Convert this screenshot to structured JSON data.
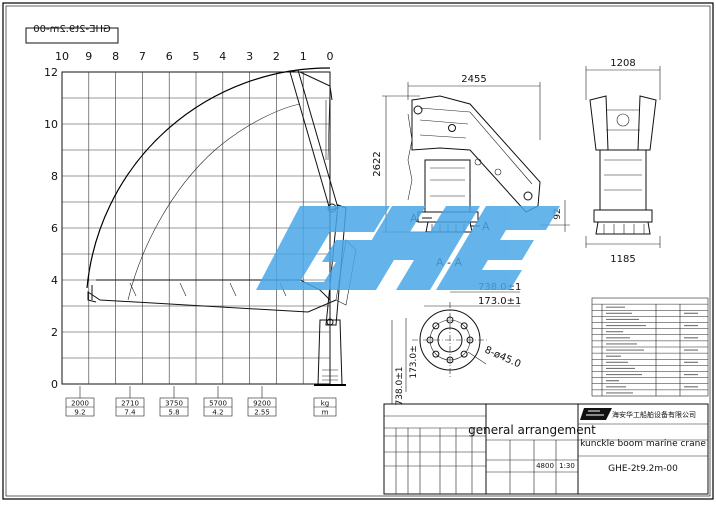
{
  "drawing": {
    "code_box": "GHE-2t9.2m-00",
    "grid": {
      "x_labels": [
        "10",
        "9",
        "8",
        "7",
        "6",
        "5",
        "4",
        "3",
        "2",
        "1",
        "0"
      ],
      "y_labels": [
        "12",
        "10",
        "8",
        "6",
        "4",
        "2",
        "0"
      ]
    },
    "load_table": {
      "loads": [
        "2000",
        "2710",
        "3750",
        "5700",
        "9200"
      ],
      "radii": [
        "9.2",
        "7.4",
        "5.8",
        "4.2",
        "2.55"
      ],
      "unit_top": "kg",
      "unit_bottom": "m"
    },
    "side_view": {
      "dim_width": "2455",
      "dim_height": "2622",
      "dim_small": "92",
      "section_mark_left": "A",
      "section_mark_right": "A"
    },
    "section": {
      "title": "A - A",
      "dim_outer": "738.0±1",
      "dim_inner": "173.0±1",
      "dim_bolt": "8-ø45.0",
      "dim_vert_a": "173.0±",
      "dim_vert_b": "738.0±1"
    },
    "end_view": {
      "dim_top": "1208",
      "dim_bottom": "1185"
    },
    "title_block": {
      "title": "general arrangement",
      "product": "kunckle boom marine crane",
      "company_cn": "海安华工船舶设备有限公司",
      "drawing_no": "GHE-2t9.2m-00",
      "weight": "4800",
      "scale": "1:30"
    },
    "watermark_letters": "GHE",
    "accent_color": "#4aa8e8"
  }
}
